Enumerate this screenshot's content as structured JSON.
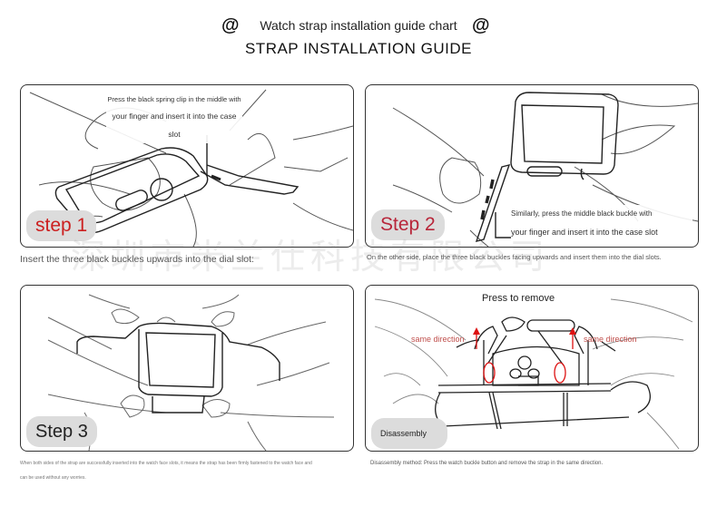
{
  "header": {
    "subtitle": "Watch strap installation guide chart",
    "title": "STRAP INSTALLATION GUIDE",
    "left_icon": "spiral-icon",
    "right_icon": "spiral-icon"
  },
  "watermark": "深圳市米兰仕科技有限公司",
  "steps": [
    {
      "badge": "step 1",
      "note_line1": "Press the black spring clip in the middle with",
      "note_line2": "your finger and insert it into the case slot",
      "caption": "Insert the three black buckles upwards into the dial slot:"
    },
    {
      "badge": "Step 2",
      "note_line1": "Similarly, press the middle black buckle with",
      "note_line2": "your finger and insert it into the case slot",
      "caption": "On the other side, place the three black buckles facing upwards and insert them into the dial slots."
    },
    {
      "badge": "Step 3",
      "caption_line1": "When both sides of the strap are successfully inserted into the watch face slots, it means the strap has been firmly fastened to the watch face and",
      "caption_line2": "can be used without any worries."
    },
    {
      "badge": "Disassembly",
      "press_label": "Press to remove",
      "left_direction": "same direction",
      "right_direction": "same direction",
      "caption": "Disassembly method: Press the watch buckle button and remove the strap in the same direction."
    }
  ],
  "colors": {
    "step1_badge_text": "#cc1f1f",
    "step2_badge_text": "#b8263a",
    "direction_text": "#c0504d",
    "badge_bg": "#dcdcdc",
    "panel_border": "#333333"
  }
}
